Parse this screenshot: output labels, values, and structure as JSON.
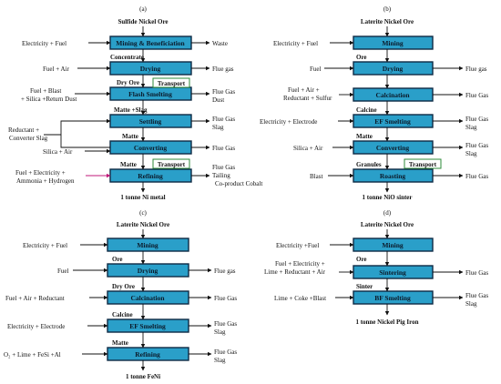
{
  "panel_a": {
    "label": "(a)",
    "input": "Sulfide Nickel Ore",
    "steps": [
      "Mining & Beneficiation",
      "Drying",
      "Flash Smelting",
      "Settling",
      "Converting",
      "Refining"
    ],
    "intermediates": [
      "Concentrate",
      "Dry Ore",
      "Matte +Slag",
      "Matte",
      "Matte"
    ],
    "transport": "Transport",
    "inputs": [
      "Electricity + Fuel",
      "Fuel + Air",
      "Fuel + Blast",
      "+ Silica +Return Dust",
      "Reductant +",
      "Converter Slag",
      "Silica + Air",
      "Fuel + Electricity +",
      "Ammonia + Hydrogen"
    ],
    "outputs": [
      "Waste",
      "Flue gas",
      "Flue Gas",
      "Dust",
      "Flue Gas",
      "Slag",
      "Flue Gas",
      "Flue Gas",
      "Tailing",
      "Co-product Cobalt"
    ],
    "product": "1 tonne Ni metal"
  },
  "panel_b": {
    "label": "(b)",
    "input": "Laterite Nickel Ore",
    "steps": [
      "Mining",
      "Drying",
      "Calcination",
      "EF Smelting",
      "Converting",
      "Roasting"
    ],
    "intermediates": [
      "Ore",
      "Calcine",
      "Matte",
      "Granules"
    ],
    "transport": "Transport",
    "inputs": [
      "Electricity + Fuel",
      "Fuel",
      "Fuel + Air +",
      "Reductant + Sulfur",
      "Electricity + Electrode",
      "Silica + Air",
      "Blast"
    ],
    "outputs": [
      "Flue gas",
      "Flue Gas",
      "Flue Gas",
      "Slag",
      "Flue Gas",
      "Slag",
      "Flue Gas"
    ],
    "product": "1 tonne NiO sinter"
  },
  "panel_c": {
    "label": "(c)",
    "input": "Laterite Nickel Ore",
    "steps": [
      "Mining",
      "Drying",
      "Calcination",
      "EF Smelting",
      "Refining"
    ],
    "intermediates": [
      "Ore",
      "Dry Ore",
      "Calcine",
      "Matte"
    ],
    "inputs": [
      "Electricity + Fuel",
      "Fuel",
      "Fuel + Air + Reductant",
      "Electricity + Electrode",
      "O₂ + Lime + FeSi +Al"
    ],
    "outputs": [
      "Flue gas",
      "Flue Gas",
      "Flue Gas",
      "Slag",
      "Flue Gas",
      "Slag"
    ],
    "product": "1 tonne FeNi"
  },
  "panel_d": {
    "label": "(d)",
    "input": "Laterite Nickel Ore",
    "steps": [
      "Mining",
      "Sintering",
      "BF Smelting"
    ],
    "intermediates": [
      "Ore",
      "Sinter"
    ],
    "inputs": [
      "Electricity +Fuel",
      "Fuel + Electricity +",
      "Lime + Reductant + Air",
      "",
      "Lime + Coke +Blast"
    ],
    "outputs": [
      "Flue Gas",
      "Flue Gas",
      "Slag"
    ],
    "product": "1 tonne Nickel Pig Iron"
  }
}
